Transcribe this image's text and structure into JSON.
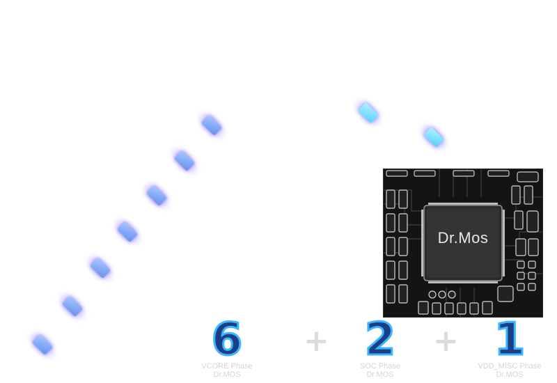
{
  "chip": {
    "label": "Dr.Mos"
  },
  "phases": [
    {
      "count": "6",
      "caption_line1": "VCORE Phase",
      "caption_line2": "Dr.MOS"
    },
    {
      "count": "2",
      "caption_line1": "SOC Phase",
      "caption_line2": "Dr.MOS"
    },
    {
      "count": "1",
      "caption_line1": "VDD_MISC Phase",
      "caption_line2": "Dr.MOS"
    }
  ],
  "separators": {
    "plus": "+"
  },
  "colors": {
    "background": "#ffffff",
    "tile_blue": "#7fa6f5",
    "tile_cyan": "#7fe0ff",
    "glow": "#8c78ff",
    "number_outline": "#3db4ff",
    "number_fill": "#1a3f86",
    "pcb": "#141414"
  },
  "icons": [
    "phase-tile-icon",
    "plus-icon",
    "dr-mos-chip-icon"
  ]
}
